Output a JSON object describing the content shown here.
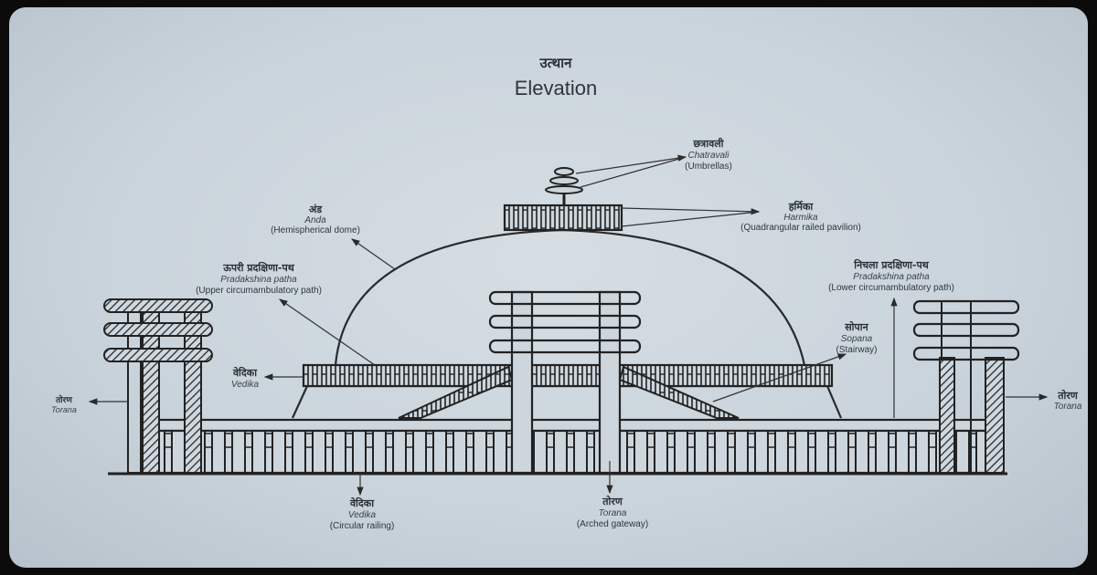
{
  "title": {
    "hindi": "उत्थान",
    "english": "Elevation"
  },
  "labels": {
    "chatravali": {
      "hindi": "छत्रावली",
      "name": "Chatravali",
      "desc": "(Umbrellas)"
    },
    "harmika": {
      "hindi": "हर्मिका",
      "name": "Harmika",
      "desc": "(Quadrangular railed pavilion)"
    },
    "anda": {
      "hindi": "अंड",
      "name": "Anda",
      "desc": "(Hemispherical dome)"
    },
    "upper_path": {
      "hindi": "ऊपरी प्रदक्षिणा-पथ",
      "name": "Pradakshina patha",
      "desc": "(Upper circumambulatory path)"
    },
    "lower_path": {
      "hindi": "निचला प्रदक्षिणा-पथ",
      "name": "Pradakshina patha",
      "desc": "(Lower circumambulatory path)"
    },
    "sopana": {
      "hindi": "सोपान",
      "name": "Sopana",
      "desc": "(Stairway)"
    },
    "vedika_upper": {
      "hindi": "वेदिका",
      "name": "Vedika"
    },
    "torana_left": {
      "hindi": "तोरण",
      "name": "Torana"
    },
    "torana_right": {
      "hindi": "तोरण",
      "name": "Torana"
    },
    "vedika_lower": {
      "hindi": "वेदिका",
      "name": "Vedika",
      "desc": "(Circular railing)"
    },
    "torana_center": {
      "hindi": "तोरण",
      "name": "Torana",
      "desc": "(Arched gateway)"
    }
  }
}
